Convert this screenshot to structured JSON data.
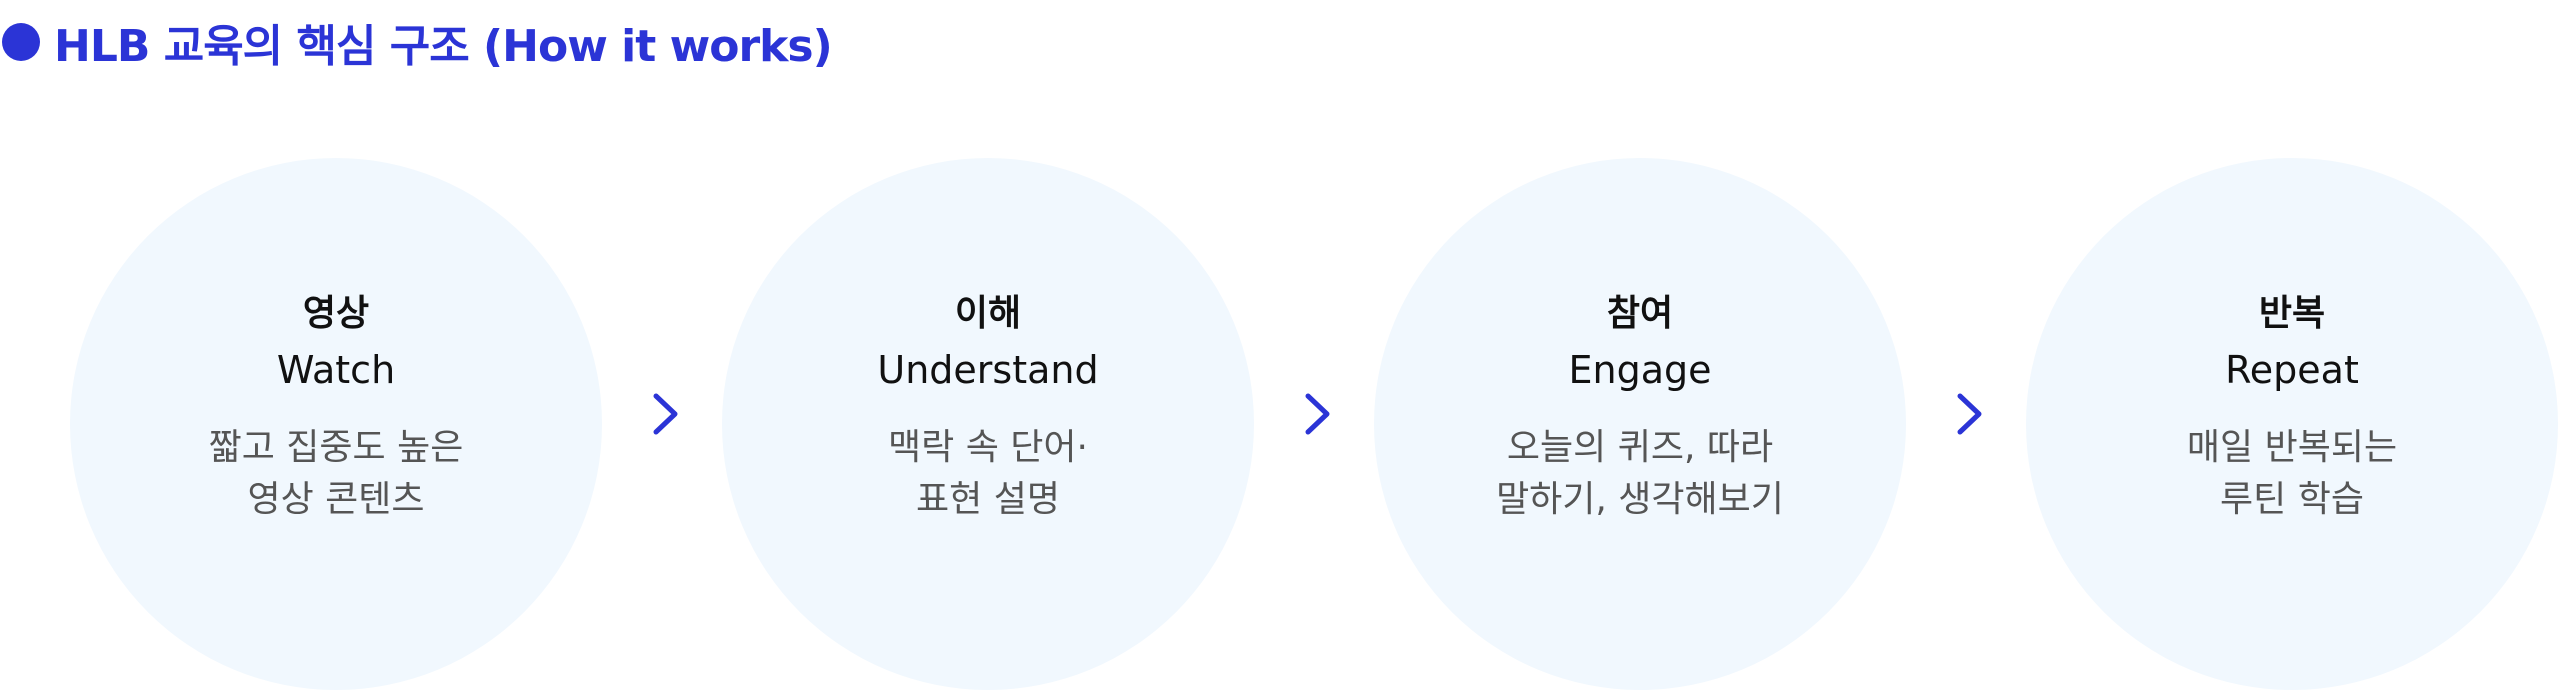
{
  "header": {
    "title": "HLB 교육의 핵심 구조 (How it works)"
  },
  "steps": [
    {
      "title_ko": "영상",
      "title_en": "Watch",
      "desc": [
        "짧고 집중도 높은",
        "영상 콘텐츠"
      ]
    },
    {
      "title_ko": "이해",
      "title_en": "Understand",
      "desc": [
        "맥락 속 단어·",
        "표현 설명"
      ]
    },
    {
      "title_ko": "참여",
      "title_en": "Engage",
      "desc": [
        "오늘의 퀴즈, 따라",
        "말하기, 생각해보기"
      ]
    },
    {
      "title_ko": "반복",
      "title_en": "Repeat",
      "desc": [
        "매일 반복되는",
        "루틴 학습"
      ]
    }
  ],
  "colors": {
    "accent": "#2b34d6",
    "circle_bg": "#f1f8fe",
    "title_text": "#111111",
    "desc_text": "#555555"
  },
  "icons": {
    "bullet": "filled-circle-icon",
    "arrow": "chevron-right-icon"
  }
}
